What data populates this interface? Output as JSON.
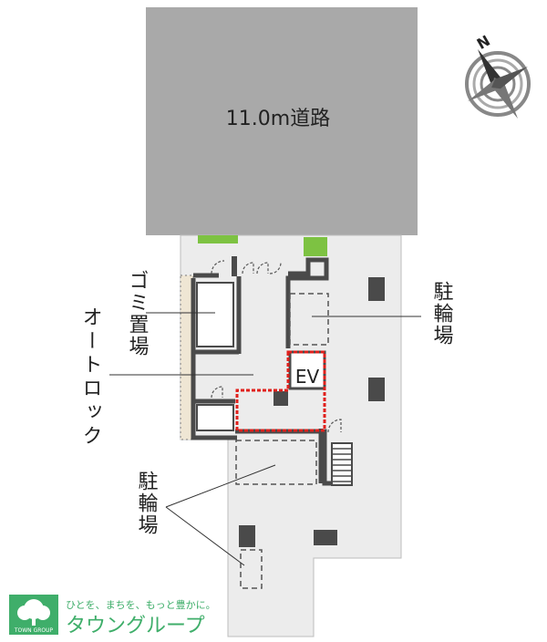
{
  "road": {
    "label": "11.0m道路"
  },
  "compass": {
    "north_label": "N"
  },
  "labels": {
    "gomi": "ゴミ置場",
    "autolock": "オートロック",
    "churin_right": "駐輪場",
    "churin_left": "駐輪場",
    "ev": "EV"
  },
  "logo": {
    "tagline": "ひとを、まちを、もっと豊かに。",
    "name": "タウングループ",
    "sub": "TOWN GROUP"
  },
  "colors": {
    "road": "#a9a9a9",
    "site": "#ececec",
    "wall": "#4a4a4a",
    "green": "#7dc242",
    "highlight": "#e0201c",
    "logo_green": "#3fae6a"
  }
}
